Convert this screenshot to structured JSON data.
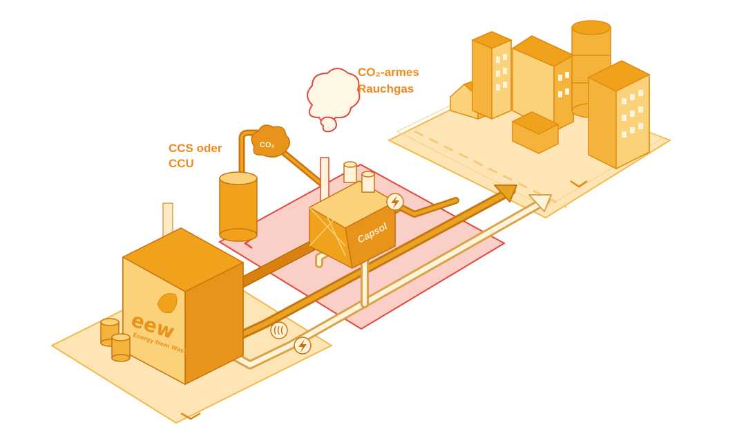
{
  "labels": {
    "ccs_line1": "CCS oder",
    "ccs_line2": "CCU",
    "co2_cloud": "CO₂",
    "flue_gas_line1": "CO₂-armes",
    "flue_gas_line2": "Rauchgas",
    "capsol": "Capsol",
    "eew_logo": "eew",
    "eew_tagline": "Energy from Waste"
  },
  "colors": {
    "orange": "#f0a21c",
    "dark_orange": "#d9810e",
    "light_orange": "#fbd27a",
    "pale_ground": "#fde5b6",
    "red_zone": "#f4a79a",
    "red_outline": "#e2473a",
    "cream": "#fff4d9"
  },
  "icons": [
    "heat-icon",
    "lightning-icon",
    "chevron-down-icon",
    "chevron-left-icon"
  ]
}
